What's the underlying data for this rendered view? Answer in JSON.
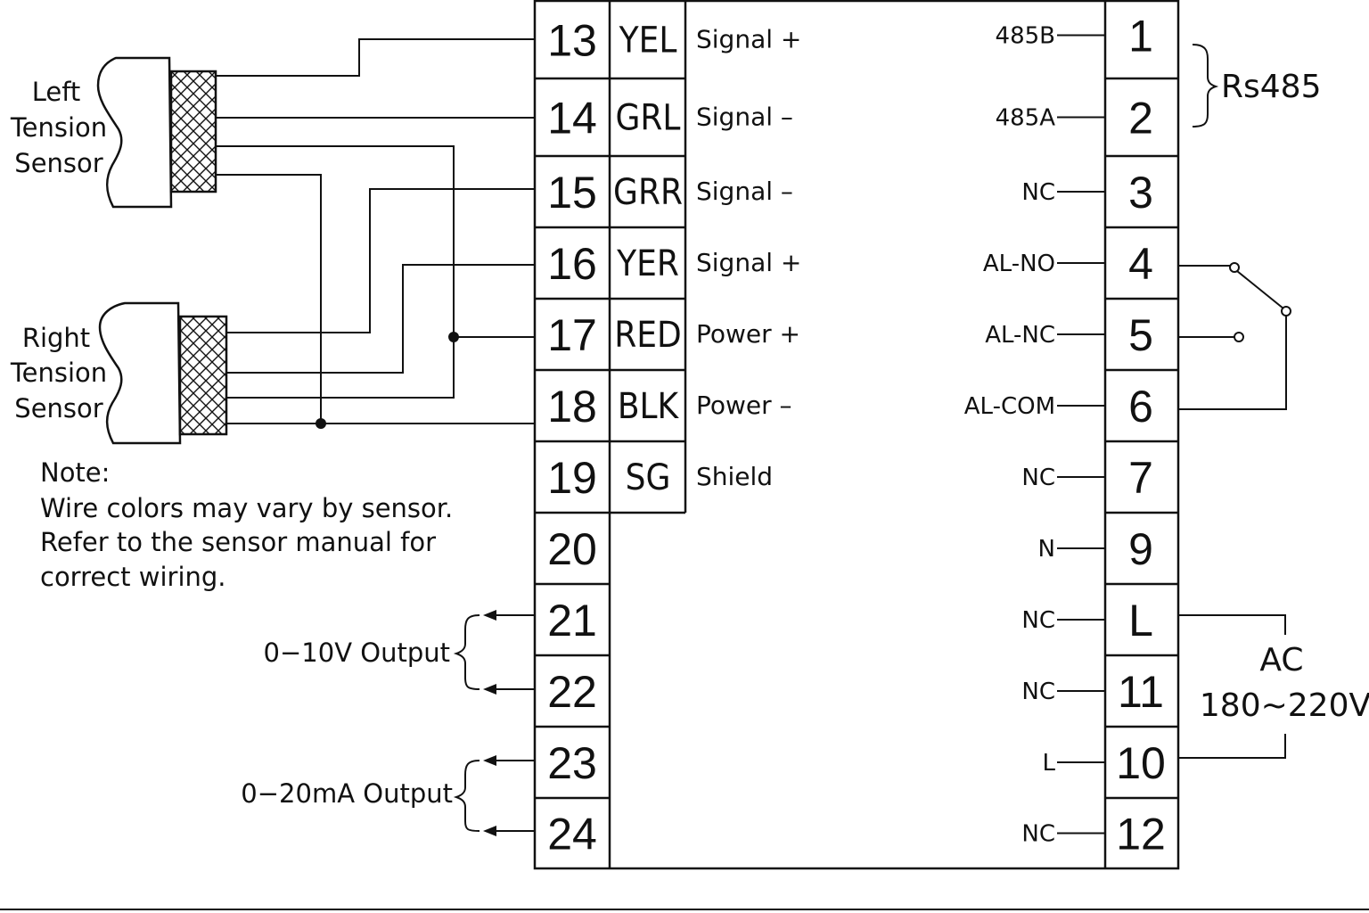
{
  "left_terminals": [
    {
      "num": "13",
      "code": "YEL",
      "signal": "Signal +"
    },
    {
      "num": "14",
      "code": "GRL",
      "signal": "Signal –"
    },
    {
      "num": "15",
      "code": "GRR",
      "signal": "Signal –"
    },
    {
      "num": "16",
      "code": "YER",
      "signal": "Signal +"
    },
    {
      "num": "17",
      "code": "RED",
      "signal": "Power +"
    },
    {
      "num": "18",
      "code": "BLK",
      "signal": "Power –"
    },
    {
      "num": "19",
      "code": "SG",
      "signal": "Shield"
    },
    {
      "num": "20",
      "code": "",
      "signal": ""
    },
    {
      "num": "21",
      "code": "",
      "signal": ""
    },
    {
      "num": "22",
      "code": "",
      "signal": ""
    },
    {
      "num": "23",
      "code": "",
      "signal": ""
    },
    {
      "num": "24",
      "code": "",
      "signal": ""
    }
  ],
  "right_terminals": [
    {
      "num": "1",
      "label": "485B"
    },
    {
      "num": "2",
      "label": "485A"
    },
    {
      "num": "3",
      "label": "NC"
    },
    {
      "num": "4",
      "label": "AL-NO"
    },
    {
      "num": "5",
      "label": "AL-NC"
    },
    {
      "num": "6",
      "label": "AL-COM"
    },
    {
      "num": "7",
      "label": "NC"
    },
    {
      "num": "9",
      "label": "N"
    },
    {
      "num": "L",
      "label": "NC"
    },
    {
      "num": "11",
      "label": "NC"
    },
    {
      "num": "10",
      "label": "L"
    },
    {
      "num": "12",
      "label": "NC"
    }
  ],
  "sensors": {
    "left": [
      "Left",
      "Tension",
      "Sensor"
    ],
    "right": [
      "Right",
      "Tension",
      "Sensor"
    ]
  },
  "note": [
    "Note:",
    "Wire colors may vary by sensor.",
    "Refer to the sensor manual for",
    "correct wiring."
  ],
  "outputs": {
    "voltage": "0−10V Output",
    "current": "0−20mA Output"
  },
  "rs485": "Rs485",
  "ac": {
    "line1": "AC",
    "line2": "180~220V"
  }
}
